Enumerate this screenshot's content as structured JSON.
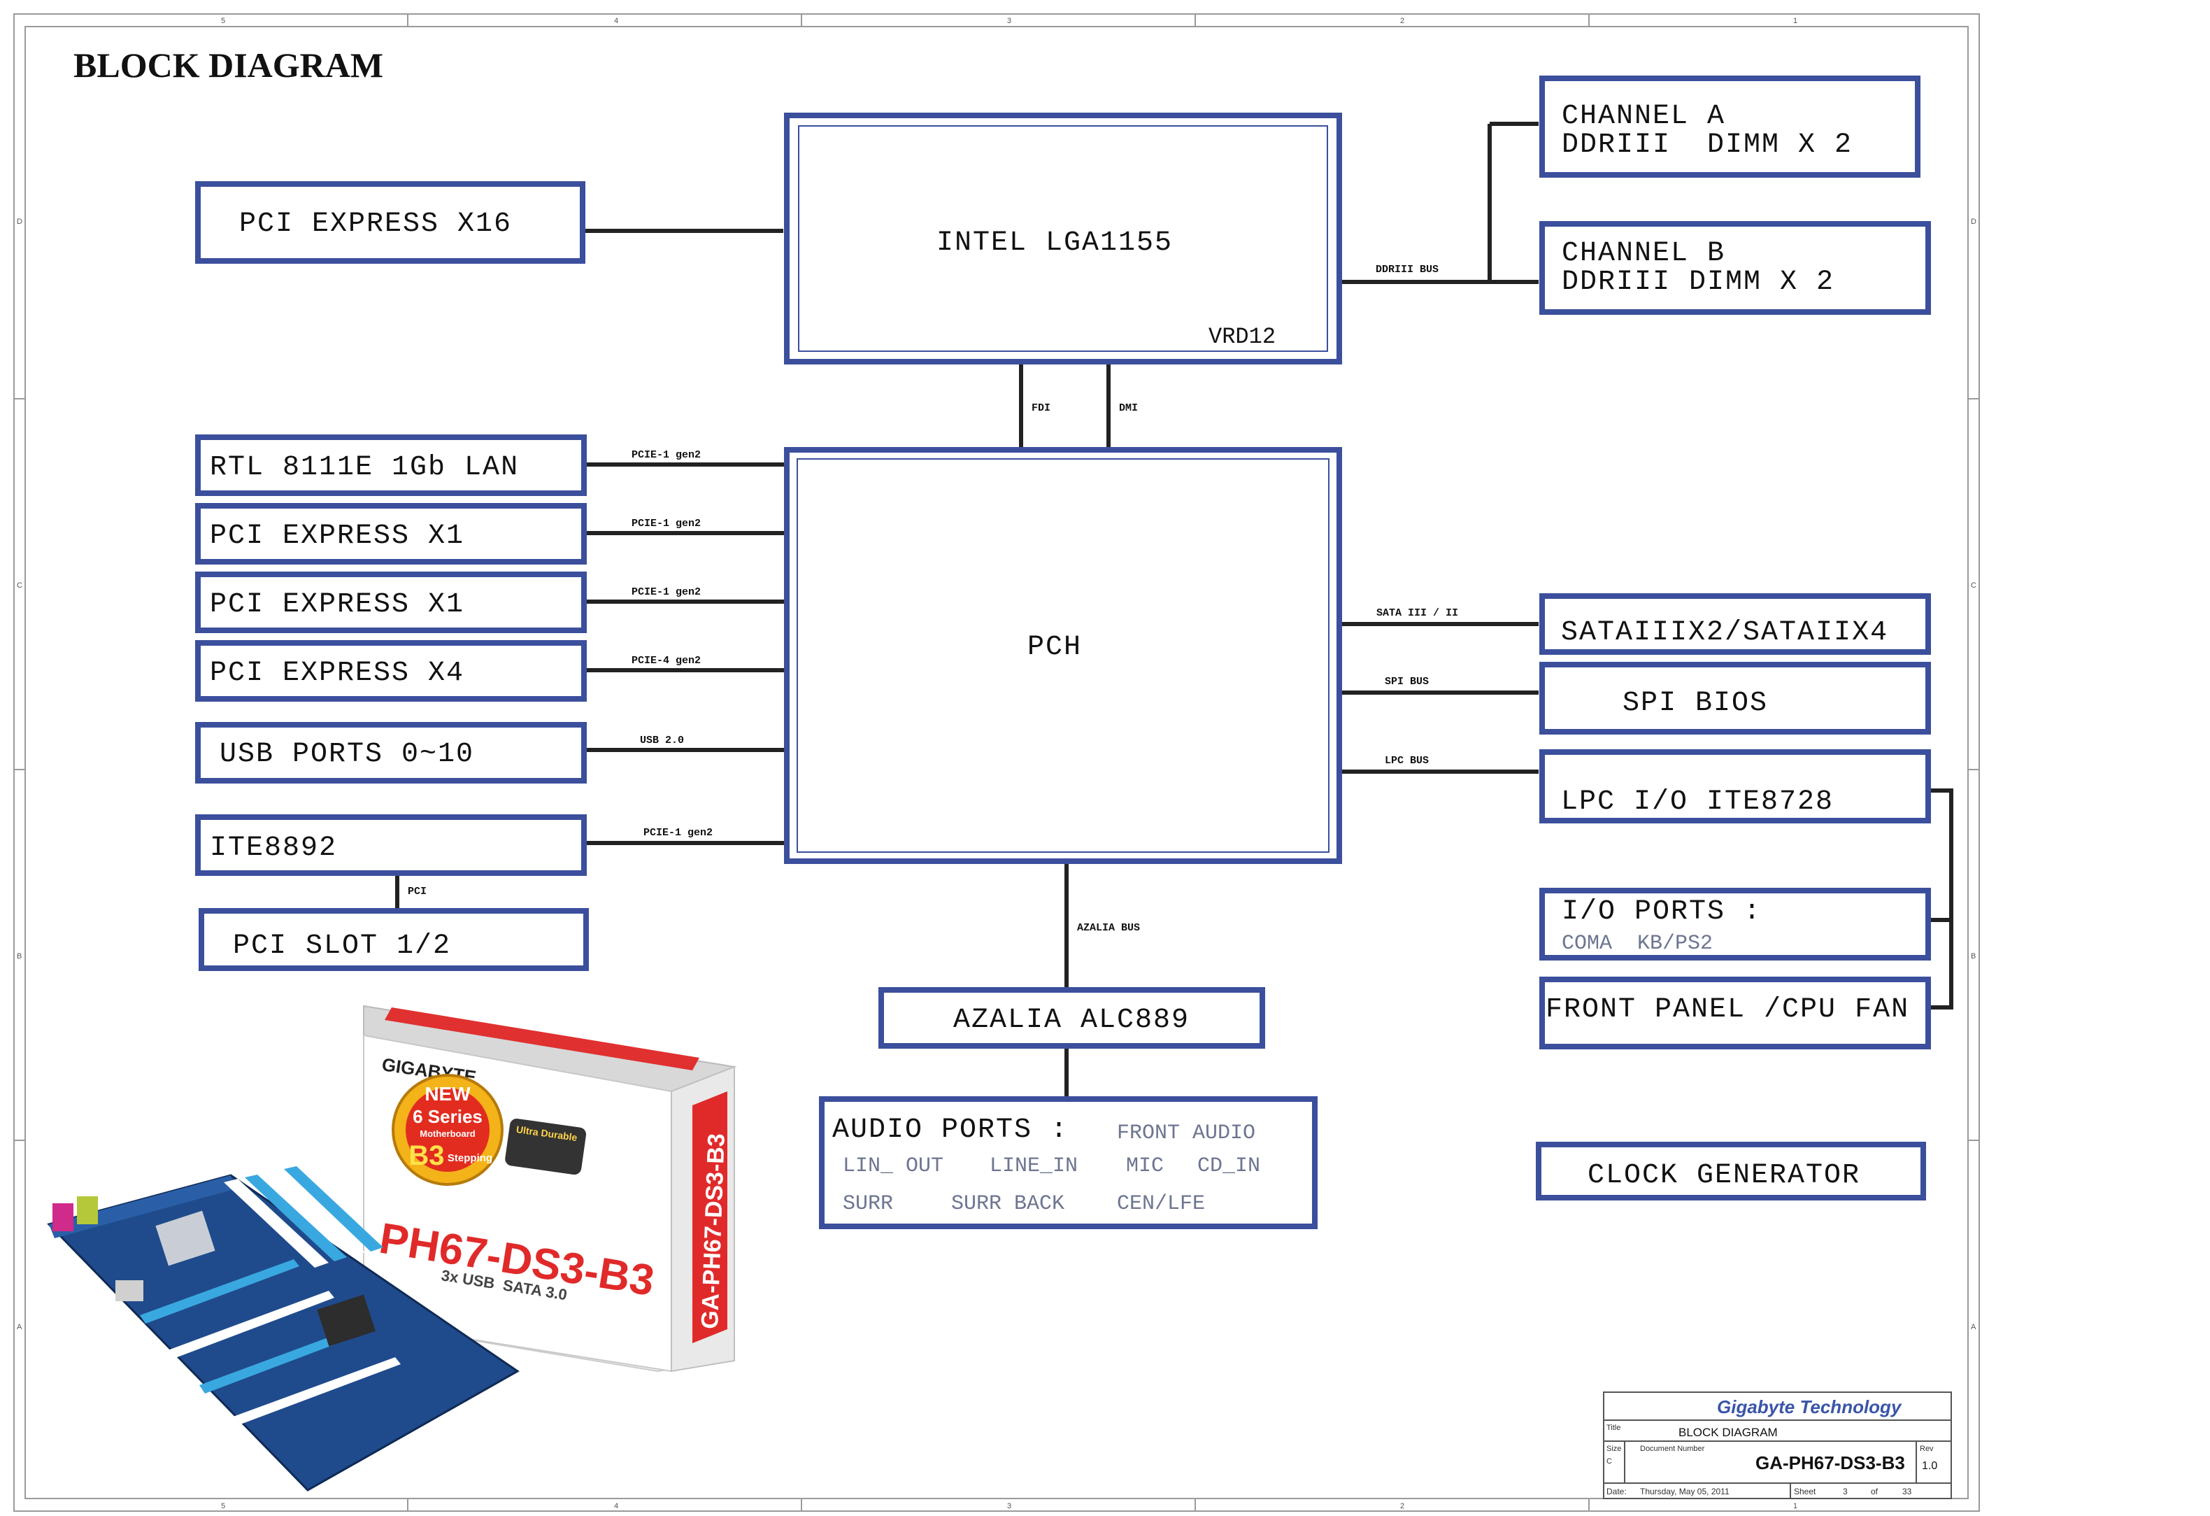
{
  "title": "BLOCK DIAGRAM",
  "cpu": {
    "label": "INTEL LGA1155",
    "sub": "VRD12"
  },
  "pch": {
    "label": "PCH"
  },
  "left_blocks": {
    "pcie_x16": "PCI EXPRESS X16",
    "lan": "RTL 8111E 1Gb LAN",
    "pcie_x1_a": "PCI EXPRESS X1",
    "pcie_x1_b": "PCI EXPRESS X1",
    "pcie_x4": "PCI EXPRESS X4",
    "usb": "USB PORTS 0~10",
    "ite8892": "ITE8892",
    "pci_slot": "PCI SLOT 1/2"
  },
  "left_buses": {
    "lan": "PCIE-1 gen2",
    "pcie_x1_a": "PCIE-1 gen2",
    "pcie_x1_b": "PCIE-1 gen2",
    "pcie_x4": "PCIE-4 gen2",
    "usb": "USB 2.0",
    "ite8892": "PCIE-1 gen2",
    "pci": "PCI"
  },
  "memory": {
    "channel_a_line1": "CHANNEL A",
    "channel_a_line2": "DDRIII  DIMM X 2",
    "channel_b_line1": "CHANNEL B",
    "channel_b_line2": "DDRIII DIMM X 2",
    "bus": "DDRIII BUS"
  },
  "cpu_pch_links": {
    "fdi": "FDI",
    "dmi": "DMI"
  },
  "right_blocks": {
    "sata": "SATAIIIX2/SATAIIX4",
    "spi": "SPI BIOS",
    "lpc": "LPC I/O ITE8728",
    "io_ports_title": "I/O PORTS :",
    "io_ports_sub": "COMA  KB/PS2",
    "front_panel": "FRONT PANEL /CPU FAN",
    "clock": "CLOCK GENERATOR"
  },
  "right_buses": {
    "sata": "SATA III / II",
    "spi": "SPI BUS",
    "lpc": "LPC BUS"
  },
  "audio": {
    "bus": "AZALIA BUS",
    "codec": "AZALIA ALC889",
    "ports_title": "AUDIO PORTS :",
    "front_audio": "FRONT AUDIO",
    "lin_out": "LIN_ OUT",
    "line_in": "LINE_IN",
    "mic": "MIC",
    "cd_in": "CD_IN",
    "surr": "SURR",
    "surr_back": "SURR BACK",
    "cen_lfe": "CEN/LFE"
  },
  "product_image": {
    "brand": "GIGABYTE",
    "model": "PH67-DS3-B3",
    "side_model": "GA-PH67-DS3-B3",
    "badge_new": "NEW",
    "badge_series": "6 Series",
    "badge_mb": "Motherboard",
    "badge_stepping": "B3",
    "badge_stepping_word": "Stepping",
    "ultra": "Ultra Durable",
    "features": "3x USB  SATA 3.0"
  },
  "title_block": {
    "company": "Gigabyte Technology",
    "title_label": "Title",
    "title": "BLOCK DIAGRAM",
    "size_label": "Size",
    "size": "C",
    "docnum_label": "Document Number",
    "docnum": "GA-PH67-DS3-B3",
    "rev_label": "Rev",
    "rev": "1.0",
    "date_label": "Date:",
    "date": "Thursday, May 05, 2011",
    "sheet_label": "Sheet",
    "sheet": "3",
    "of_label": "of",
    "of": "33"
  },
  "frame_ticks": {
    "top": [
      "5",
      "4",
      "3",
      "2",
      "1"
    ],
    "side": [
      "D",
      "C",
      "B",
      "A"
    ]
  },
  "colors": {
    "box_border": "#3b4f9c",
    "wire": "#222222",
    "company": "#3a55a8"
  }
}
